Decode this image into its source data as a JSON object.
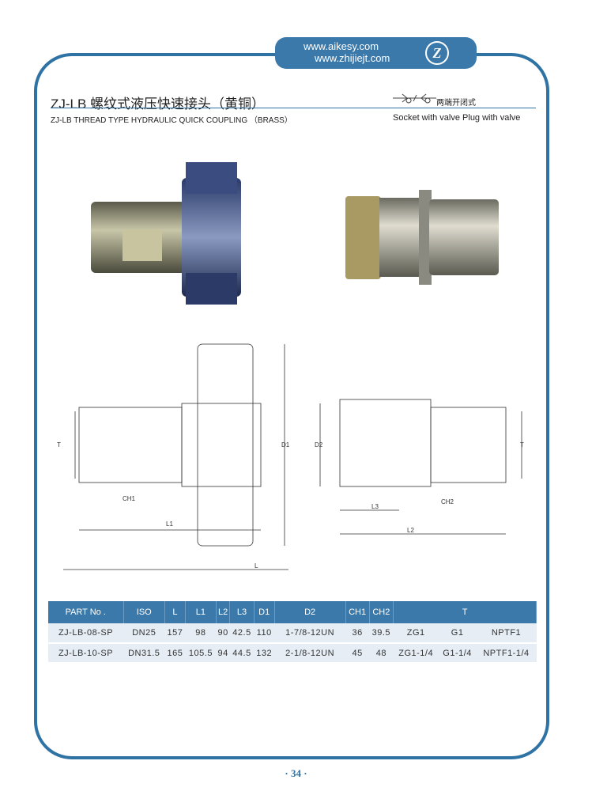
{
  "header": {
    "url1": "www.aikesy.com",
    "url2": "www.zhijiejt.com",
    "logo_text": "Z"
  },
  "title_cn": "ZJ-LB  螺纹式液压快速接头（黄铜）",
  "title_en": "ZJ-LB  THREAD TYPE HYDRAULIC QUICK COUPLING （BRASS）",
  "symbol_label": "两端开闭式",
  "valve_text": "Socket with valve Plug with valve",
  "drawing_labels": {
    "t": "T",
    "ch1": "CH1",
    "l1": "L1",
    "l": "L",
    "d1": "D1",
    "d2": "D2",
    "l3": "L3",
    "l2": "L2",
    "ch2": "CH2",
    "t2": "T"
  },
  "table": {
    "headers": [
      "PART No .",
      "ISO",
      "L",
      "L1",
      "L2",
      "L3",
      "D1",
      "D2",
      "CH1",
      "CH2",
      "T"
    ],
    "rows": [
      {
        "part": "ZJ-LB-08-SP",
        "iso": "DN25",
        "l": "157",
        "l1": "98",
        "l2": "90",
        "l3": "42.5",
        "d1": "110",
        "d2": "1-7/8-12UN",
        "ch1": "36",
        "ch2": "39.5",
        "t": [
          "ZG1",
          "G1",
          "NPTF1"
        ]
      },
      {
        "part": "ZJ-LB-10-SP",
        "iso": "DN31.5",
        "l": "165",
        "l1": "105.5",
        "l2": "94",
        "l3": "44.5",
        "d1": "132",
        "d2": "2-1/8-12UN",
        "ch1": "45",
        "ch2": "48",
        "t": [
          "ZG1-1/4",
          "G1-1/4",
          "NPTF1-1/4"
        ]
      }
    ]
  },
  "page_number": "· 34 ·"
}
